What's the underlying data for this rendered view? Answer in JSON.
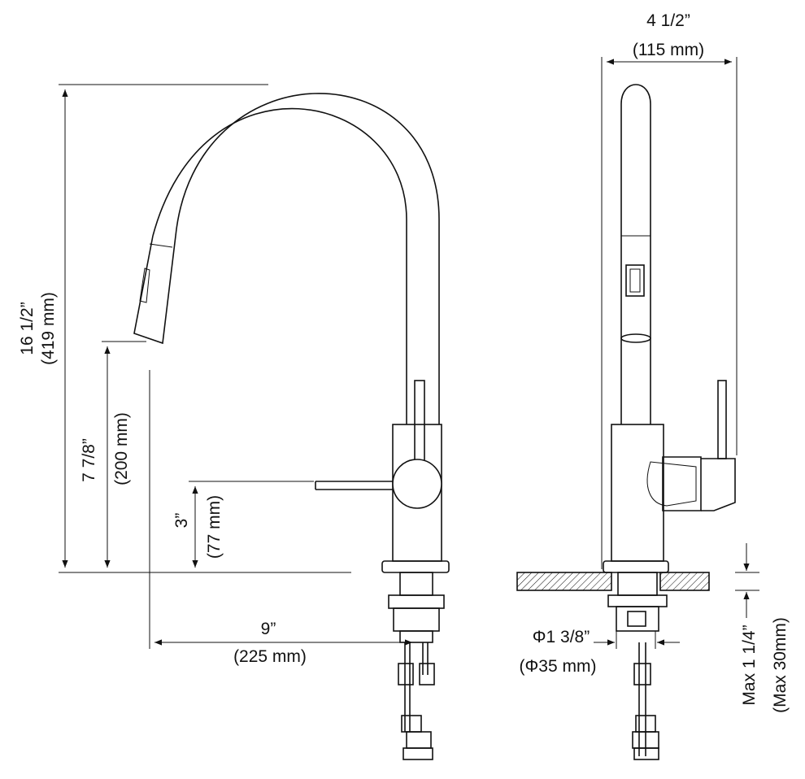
{
  "dimensions": {
    "width_in": "4 1/2”",
    "width_mm": "(115 mm)",
    "height_in": "16 1/2”",
    "height_mm": "(419 mm)",
    "spout_height_in": "7 7/8”",
    "spout_height_mm": "(200 mm)",
    "handle_height_in": "3”",
    "handle_height_mm": "(77 mm)",
    "reach_in": "9”",
    "reach_mm": "(225 mm)",
    "hole_dia_in": "Φ1 3/8”",
    "hole_dia_mm": "(Φ35 mm)",
    "deck_max_in": "Max 1 1/4”",
    "deck_max_mm": "(Max 30mm)"
  },
  "colors": {
    "line": "#111111",
    "background": "#ffffff"
  }
}
